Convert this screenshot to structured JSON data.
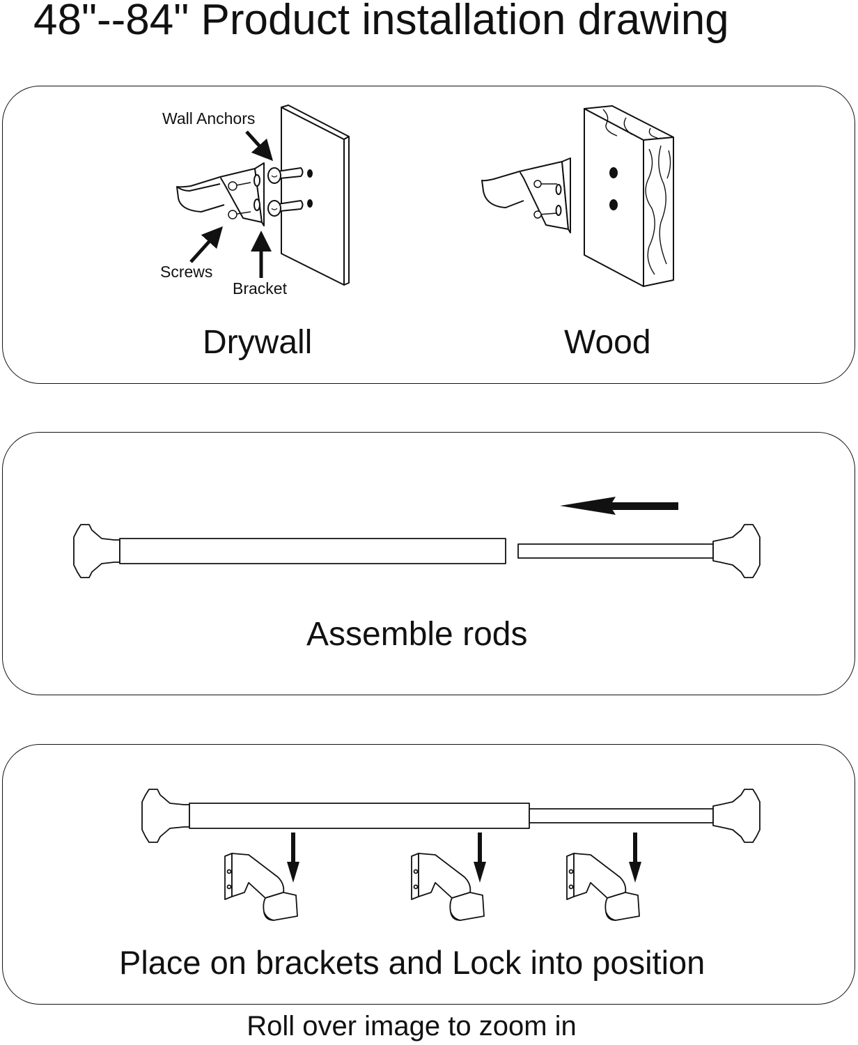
{
  "title": "48\"--84\" Product installation drawing",
  "panel_mount": {
    "callouts": {
      "wall_anchors": "Wall Anchors",
      "screws": "Screws",
      "bracket": "Bracket"
    },
    "drywall_label": "Drywall",
    "wood_label": "Wood"
  },
  "panel_assemble": {
    "caption": "Assemble rods"
  },
  "panel_place": {
    "caption": "Place on brackets and  Lock into position"
  },
  "footer": "Roll over image to zoom in",
  "colors": {
    "ink": "#111111",
    "background": "#ffffff"
  }
}
